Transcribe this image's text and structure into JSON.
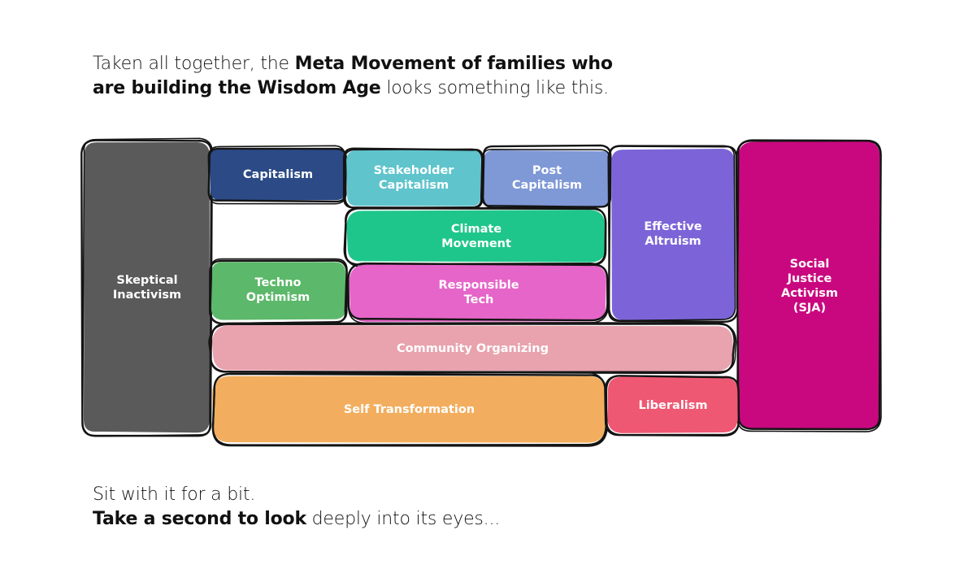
{
  "intro": {
    "line1_pre": "Taken all together, the ",
    "line1_bold": "Meta Movement of families who",
    "line2_bold": "are building the Wisdom Age",
    "line2_post": " looks something like this."
  },
  "outro": {
    "line1": "Sit with it for a bit.",
    "line2_bold": "Take a second to look",
    "line2_post": " deeply into its eyes..."
  },
  "blocks": [
    {
      "id": "skeptical-inactivism",
      "label": "Skeptical\nInactivism",
      "color": "#5a5a5a"
    },
    {
      "id": "capitalism",
      "label": "Capitalism",
      "color": "#2b4a86"
    },
    {
      "id": "stakeholder-capitalism",
      "label": "Stakeholder\nCapitalism",
      "color": "#5fc4cc"
    },
    {
      "id": "post-capitalism",
      "label": "Post\nCapitalism",
      "color": "#7f98d6"
    },
    {
      "id": "effective-altruism",
      "label": "Effective\nAltruism",
      "color": "#7c64d8"
    },
    {
      "id": "social-justice-activism",
      "label": "Social\nJustice\nActivism\n(SJA)",
      "color": "#c9087f"
    },
    {
      "id": "climate-movement",
      "label": "Climate\nMovement",
      "color": "#1fc68b"
    },
    {
      "id": "techno-optimism",
      "label": "Techno\nOptimism",
      "color": "#5cb86a"
    },
    {
      "id": "responsible-tech",
      "label": "Responsible\nTech",
      "color": "#e665c8"
    },
    {
      "id": "community-organizing",
      "label": "Community Organizing",
      "color": "#e8a3ae"
    },
    {
      "id": "self-transformation",
      "label": "Self Transformation",
      "color": "#f2ae5e"
    },
    {
      "id": "liberalism",
      "label": "Liberalism",
      "color": "#ef5872"
    }
  ]
}
